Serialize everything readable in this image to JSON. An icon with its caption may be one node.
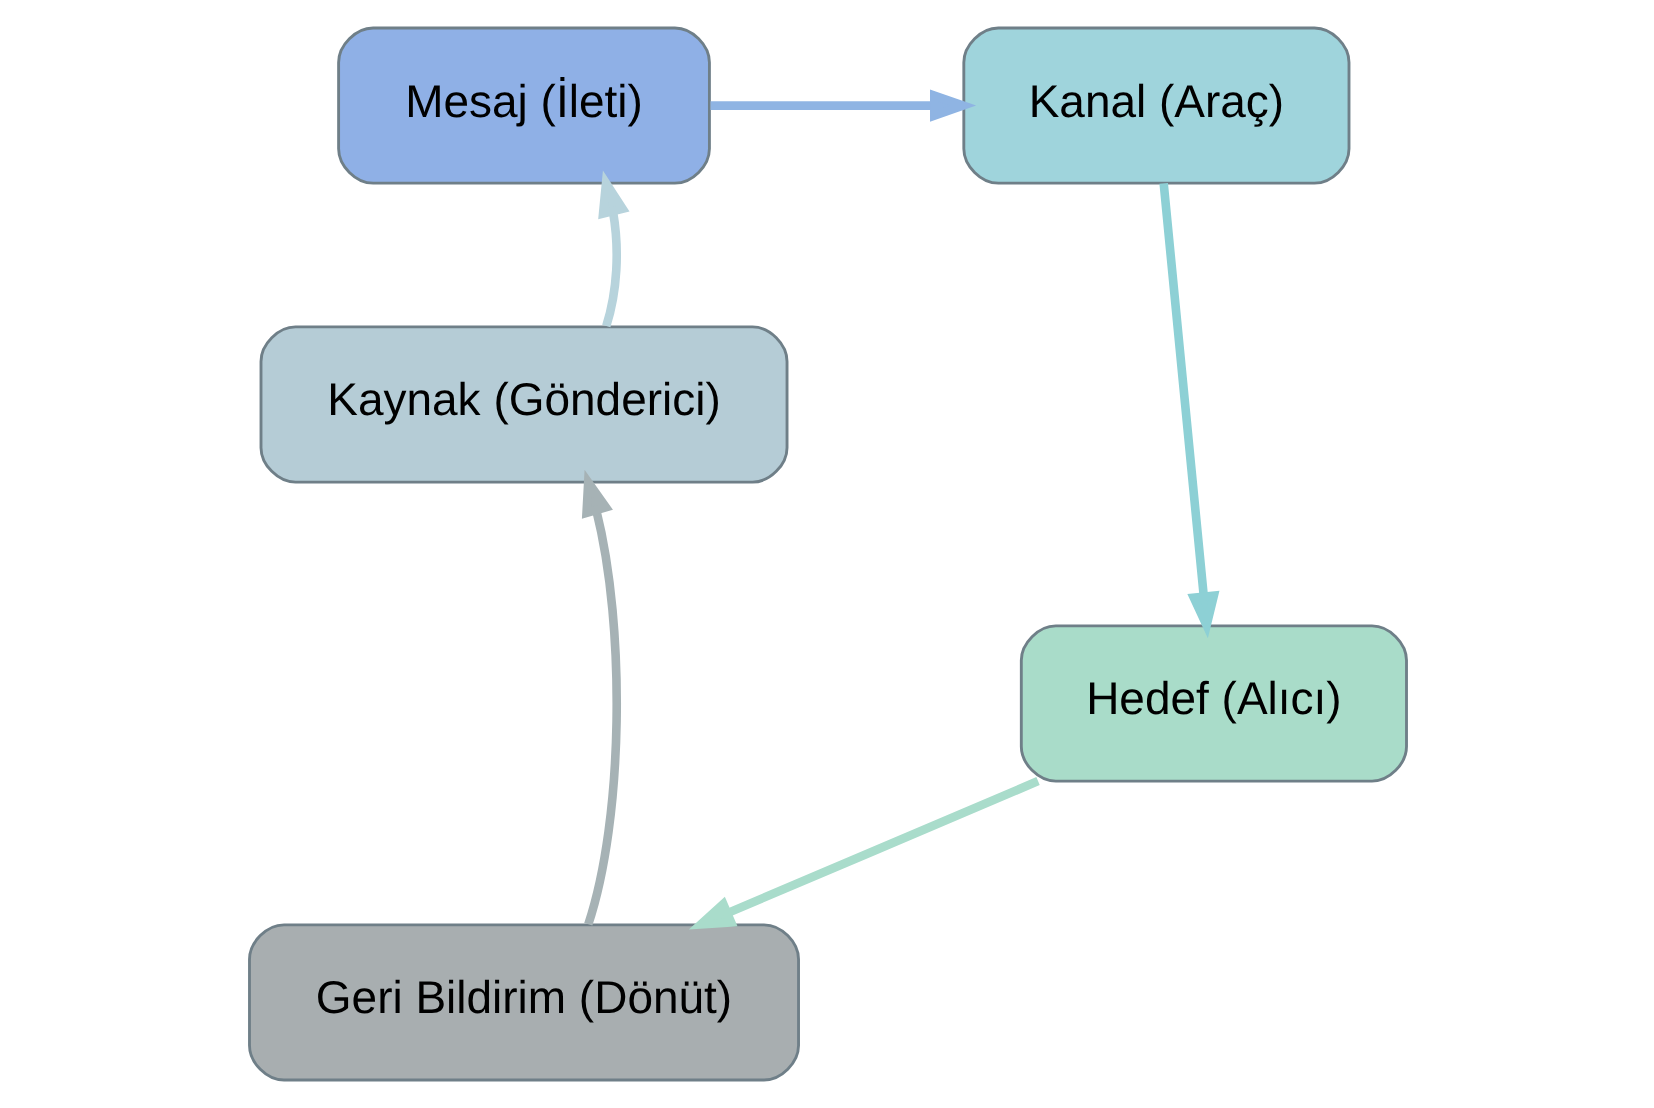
{
  "diagram": {
    "nodes": [
      {
        "text": [
          "Mesaj (İleti)"
        ]
      },
      {
        "text": [
          "Kanal (Araç)"
        ]
      },
      {
        "text": [
          "Hedef (Alıcı)"
        ]
      },
      {
        "text": [
          "Geri Bildirim (Dönüt)"
        ]
      },
      {
        "text": [
          "Kaynak (Gönderici)"
        ]
      }
    ],
    "edges": [
      {
        "from": 0,
        "to": 1,
        "arrow": "to",
        "color": "#8fb4e3"
      },
      {
        "from": 1,
        "to": 2,
        "arrow": "to",
        "color": "#8dd0d5"
      },
      {
        "from": 2,
        "to": 3,
        "arrow": "to",
        "color": "#a9dccb"
      },
      {
        "from": 3,
        "to": 4,
        "arrow": "to",
        "color": "#a6b2b5"
      },
      {
        "from": 4,
        "to": 0,
        "arrow": "to",
        "color": "#b7d3dc"
      }
    ]
  }
}
